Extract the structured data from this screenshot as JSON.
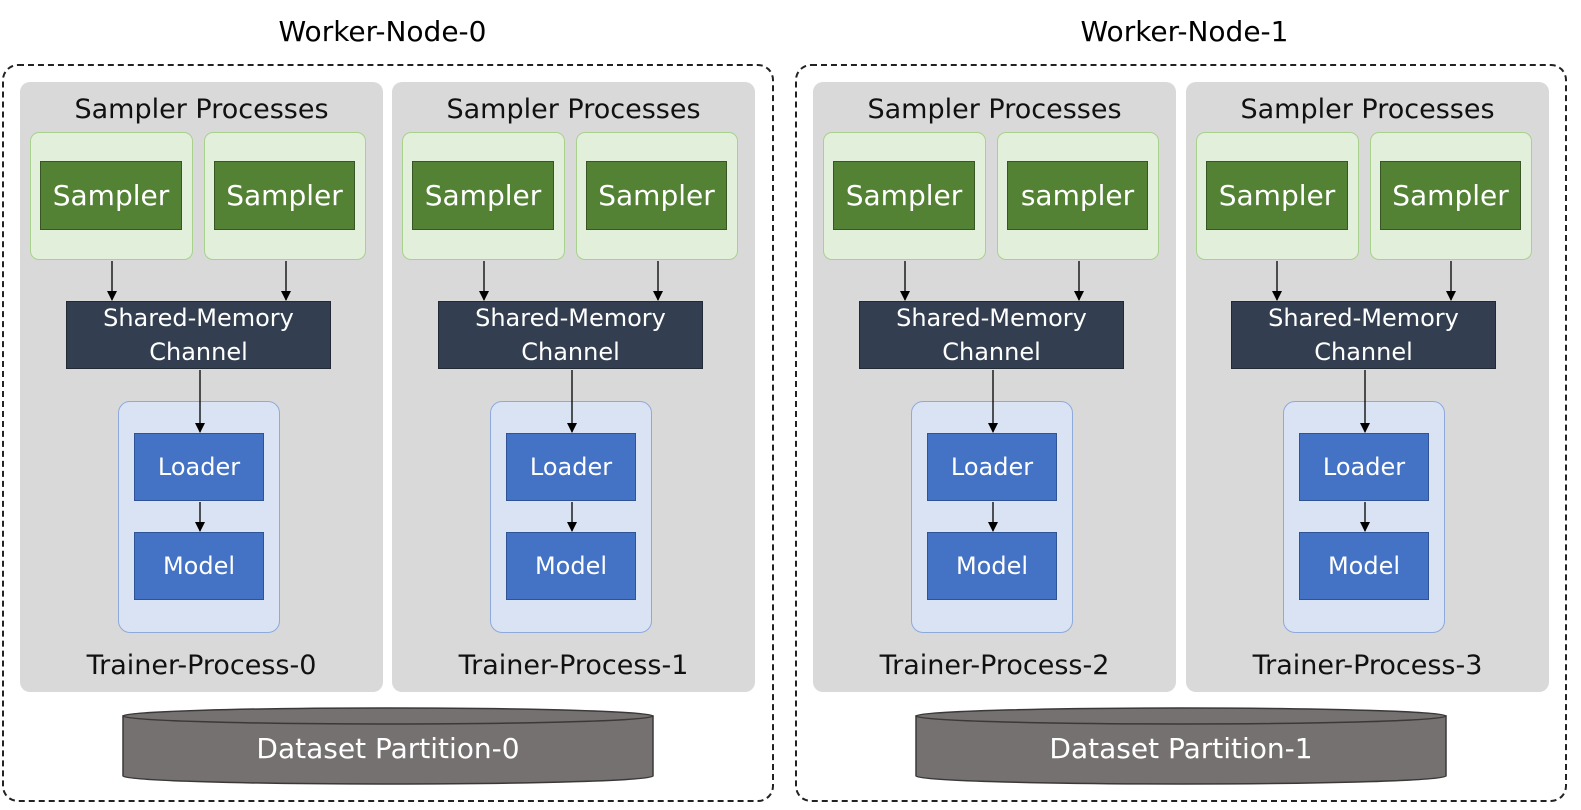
{
  "nodes": [
    {
      "title": "Worker-Node-0",
      "dataset": "Dataset Partition-0",
      "trainers": [
        {
          "samplers_label": "Sampler Processes",
          "samplers": [
            "Sampler",
            "Sampler"
          ],
          "channel_line1": "Shared-Memory",
          "channel_line2": "Channel",
          "loader": "Loader",
          "model": "Model",
          "name": "Trainer-Process-0"
        },
        {
          "samplers_label": "Sampler Processes",
          "samplers": [
            "Sampler",
            "Sampler"
          ],
          "channel_line1": "Shared-Memory",
          "channel_line2": "Channel",
          "loader": "Loader",
          "model": "Model",
          "name": "Trainer-Process-1"
        }
      ]
    },
    {
      "title": "Worker-Node-1",
      "dataset": "Dataset Partition-1",
      "trainers": [
        {
          "samplers_label": "Sampler Processes",
          "samplers": [
            "Sampler",
            "sampler"
          ],
          "channel_line1": "Shared-Memory",
          "channel_line2": "Channel",
          "loader": "Loader",
          "model": "Model",
          "name": "Trainer-Process-2"
        },
        {
          "samplers_label": "Sampler Processes",
          "samplers": [
            "Sampler",
            "Sampler"
          ],
          "channel_line1": "Shared-Memory",
          "channel_line2": "Channel",
          "loader": "Loader",
          "model": "Model",
          "name": "Trainer-Process-3"
        }
      ]
    }
  ],
  "colors": {
    "trainer_bg": "#d9d9d9",
    "sampler_outer": "#e2efda",
    "sampler": "#548235",
    "channel": "#333f50",
    "loader_model_outer": "#dae3f3",
    "loader_model": "#4472c4",
    "dataset": "#767171"
  }
}
